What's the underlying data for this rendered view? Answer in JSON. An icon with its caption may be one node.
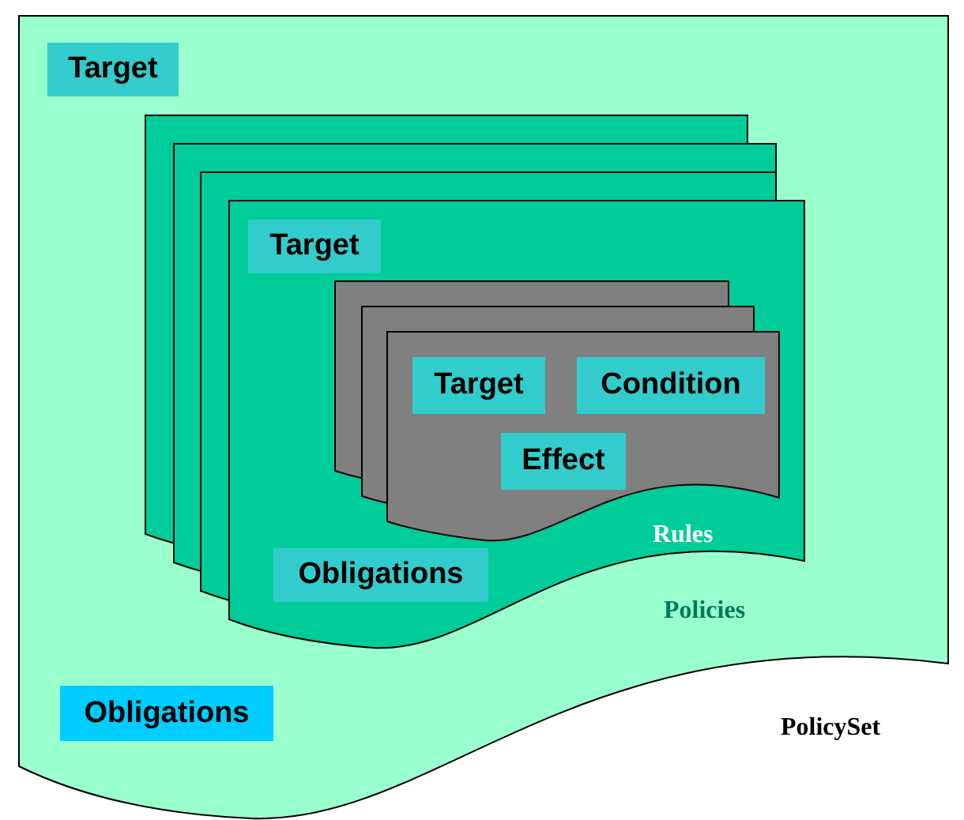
{
  "diagram": {
    "nodes": [
      {
        "text": [
          "PolicySet"
        ]
      },
      {
        "text": [
          "Target"
        ],
        "in": 0
      },
      {
        "text": [],
        "shape": "box",
        "in": 0
      },
      {
        "text": [],
        "shape": "box",
        "in": 0
      },
      {
        "text": [],
        "shape": "box",
        "in": 0
      },
      {
        "text": [
          "Policies"
        ],
        "in": 0
      },
      {
        "text": [
          "Target"
        ],
        "in": 5
      },
      {
        "text": [],
        "shape": "box",
        "in": 5
      },
      {
        "text": [],
        "shape": "box",
        "in": 5
      },
      {
        "text": [
          "Rules"
        ],
        "in": 5
      },
      {
        "text": [
          "Target"
        ],
        "in": 9
      },
      {
        "text": [
          "Condition"
        ],
        "in": 9
      },
      {
        "text": [
          "Effect"
        ],
        "in": 9
      },
      {
        "text": [
          "Obligations"
        ],
        "in": 5
      },
      {
        "text": [
          "Obligations"
        ],
        "in": 0
      }
    ]
  }
}
